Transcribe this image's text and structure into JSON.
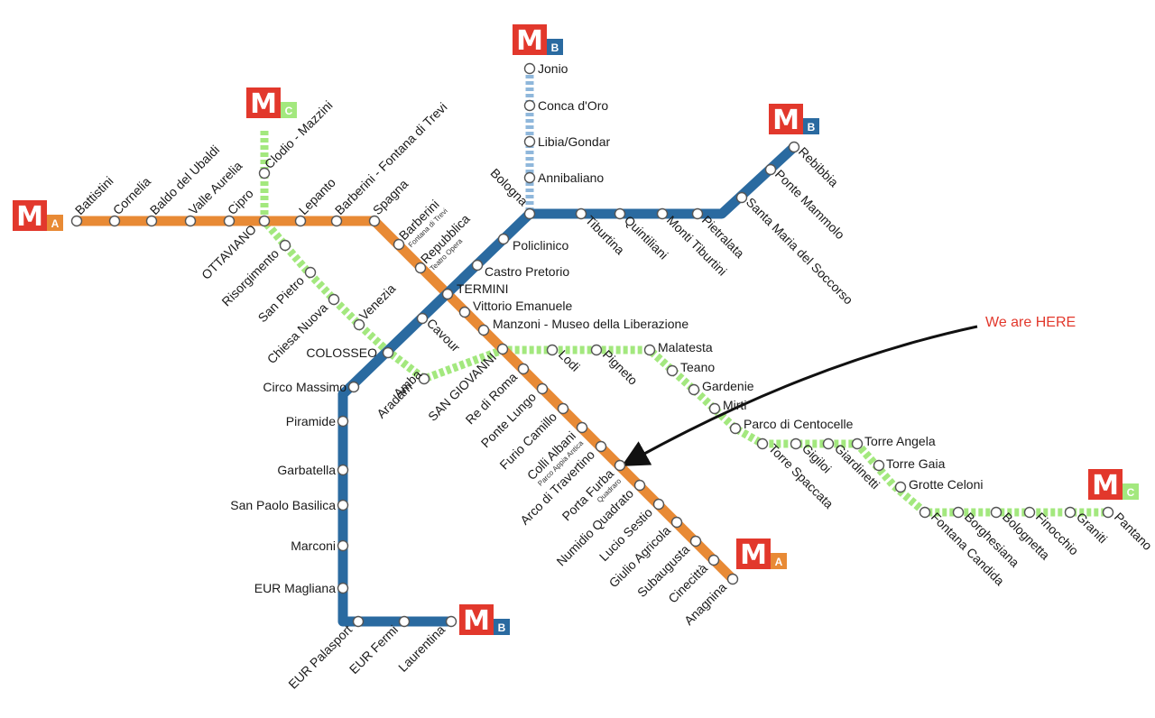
{
  "colors": {
    "line_a": "#E88A35",
    "line_b": "#2A6AA0",
    "line_b1": "#8FB7DB",
    "line_c": "#A3E87E",
    "logo_red": "#E2382C",
    "callout": "#E2382C"
  },
  "callout": {
    "text": "We are HERE"
  },
  "line_badges": [
    {
      "m": "M",
      "letter": "A"
    },
    {
      "m": "M",
      "letter": "C"
    },
    {
      "m": "M",
      "letter": "B"
    },
    {
      "m": "M",
      "letter": "B"
    },
    {
      "m": "M",
      "letter": "A"
    },
    {
      "m": "M",
      "letter": "B"
    },
    {
      "m": "M",
      "letter": "C"
    }
  ],
  "lines": {
    "A": {
      "stations": [
        {
          "name": "Battistini"
        },
        {
          "name": "Cornelia"
        },
        {
          "name": "Baldo del Ubaldi"
        },
        {
          "name": "Valle Aurelia"
        },
        {
          "name": "Cipro"
        },
        {
          "name": "OTTAVIANO"
        },
        {
          "name": "Lepanto"
        },
        {
          "name": "Barberini - Fontana di Trevi"
        },
        {
          "name": "Spagna"
        },
        {
          "name": "Barberini",
          "sub": "Fontana di Trevi"
        },
        {
          "name": "Repubblica",
          "sub": "Teatro Opera"
        },
        {
          "name": "TERMINI"
        },
        {
          "name": "Vittorio Emanuele"
        },
        {
          "name": "Manzoni - Museo della Liberazione"
        },
        {
          "name": "SAN GIOVANNI"
        },
        {
          "name": "Re di Roma"
        },
        {
          "name": "Ponte Lungo"
        },
        {
          "name": "Furio Camillo"
        },
        {
          "name": "Colli Albani",
          "sub": "Parco Appia Antica"
        },
        {
          "name": "Arco di Travertino"
        },
        {
          "name": "Porta Furba",
          "sub": "Quadraro"
        },
        {
          "name": "Numidio Quadrato"
        },
        {
          "name": "Lucio Sestio"
        },
        {
          "name": "Giulio Agricola"
        },
        {
          "name": "Subaugusta"
        },
        {
          "name": "Cinecittà"
        },
        {
          "name": "Anagnina"
        }
      ]
    },
    "B": {
      "stations": [
        {
          "name": "Rebibbia"
        },
        {
          "name": "Ponte Mammolo"
        },
        {
          "name": "Santa Maria del Soccorso"
        },
        {
          "name": "Pietralata"
        },
        {
          "name": "Monti Tiburtini"
        },
        {
          "name": "Quintiliani"
        },
        {
          "name": "Tiburtina"
        },
        {
          "name": "Bologna"
        },
        {
          "name": "Policlinico"
        },
        {
          "name": "Castro Pretorio"
        },
        {
          "name": "TERMINI"
        },
        {
          "name": "Cavour"
        },
        {
          "name": "COLOSSEO"
        },
        {
          "name": "Circo Massimo"
        },
        {
          "name": "Piramide"
        },
        {
          "name": "Garbatella"
        },
        {
          "name": "San Paolo Basilica"
        },
        {
          "name": "Marconi"
        },
        {
          "name": "EUR Magliana"
        },
        {
          "name": "EUR Palasport"
        },
        {
          "name": "EUR Fermi"
        },
        {
          "name": "Laurentina"
        }
      ]
    },
    "B1": {
      "stations": [
        {
          "name": "Jonio"
        },
        {
          "name": "Conca d'Oro"
        },
        {
          "name": "Libia/Gondar"
        },
        {
          "name": "Annibaliano"
        }
      ]
    },
    "C": {
      "stations": [
        {
          "name": "Clodio - Mazzini"
        },
        {
          "name": "Risorgimento"
        },
        {
          "name": "San Pietro"
        },
        {
          "name": "Chiesa Nuova"
        },
        {
          "name": "Venezia"
        },
        {
          "name": "Amba Aradam"
        },
        {
          "name": "Lodi"
        },
        {
          "name": "Pigneto"
        },
        {
          "name": "Malatesta"
        },
        {
          "name": "Teano"
        },
        {
          "name": "Gardenie"
        },
        {
          "name": "Mirti"
        },
        {
          "name": "Parco di Centocelle"
        },
        {
          "name": "Torre Spaccata"
        },
        {
          "name": "Gigiloi"
        },
        {
          "name": "Giardinetti"
        },
        {
          "name": "Torre Angela"
        },
        {
          "name": "Torre Gaia"
        },
        {
          "name": "Grotte Celoni"
        },
        {
          "name": "Fontana Candida"
        },
        {
          "name": "Borghesiana"
        },
        {
          "name": "Bolognetta"
        },
        {
          "name": "Finocchio"
        },
        {
          "name": "Graniti"
        },
        {
          "name": "Pantano"
        }
      ]
    }
  }
}
